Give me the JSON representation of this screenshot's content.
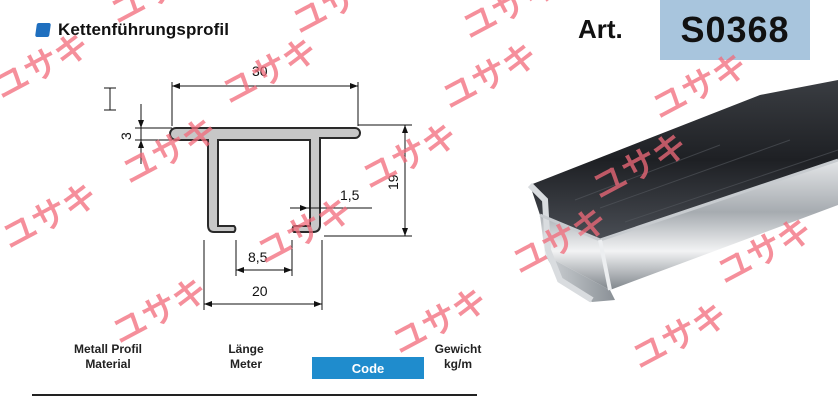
{
  "header": {
    "title": "Kettenführungsprofil",
    "art_label": "Art.",
    "art_number": "S0368"
  },
  "drawing": {
    "dim_width_top": "30",
    "dim_thickness": "3",
    "dim_height": "19",
    "dim_lip": "1,5",
    "dim_opening": "8,5",
    "dim_width_bottom": "20"
  },
  "table_header": {
    "material": [
      "Metall Profil",
      "Material"
    ],
    "length": [
      "Länge",
      "Meter"
    ],
    "code": "Code",
    "weight": [
      "Gewicht",
      "kg/m"
    ]
  },
  "watermark": {
    "text": "ユサキ",
    "color": "#f26a7a"
  },
  "colors": {
    "art_box": "#a8c5dd",
    "code_box": "#1f8ccd",
    "title_icon": "#1f6fbf"
  }
}
